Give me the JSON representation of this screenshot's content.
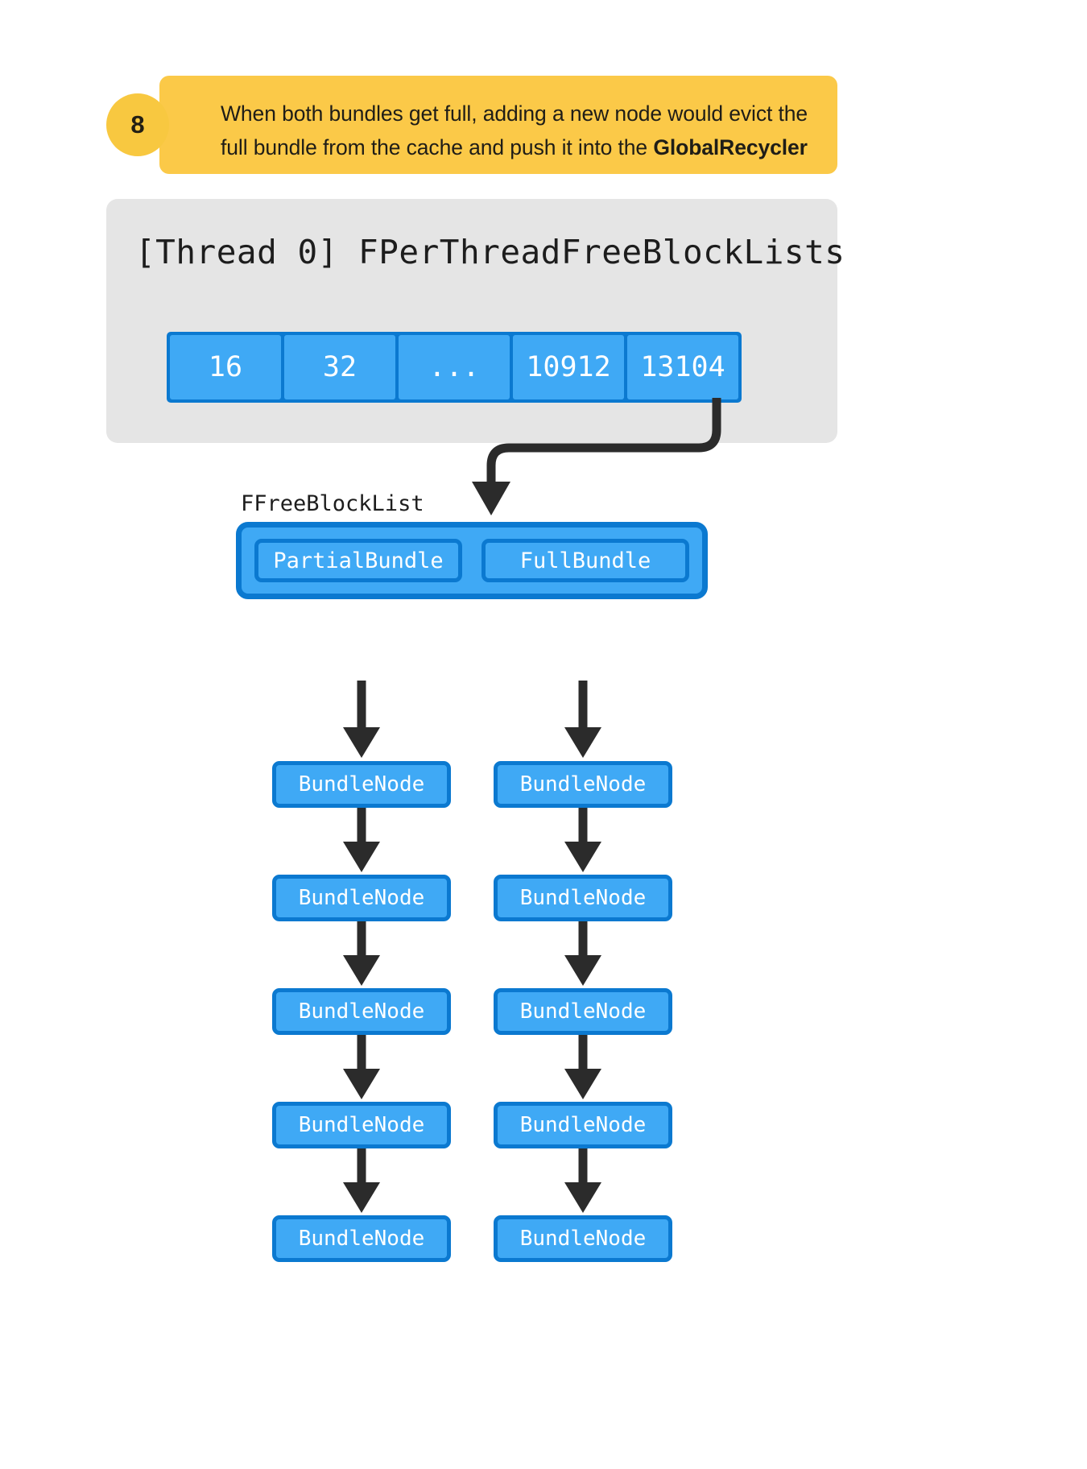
{
  "callout": {
    "badge": "8",
    "text_before": "When both bundles get full, adding a new node would evict the full bundle from the cache and push it into the ",
    "text_bold": "GlobalRecycler",
    "badge_color": "#F8C840",
    "background_color": "#FBC948"
  },
  "thread_panel": {
    "title": "[Thread 0] FPerThreadFreeBlockLists",
    "background_color": "#E5E5E5",
    "cells": [
      "16",
      "32",
      "...",
      "10912",
      "13104"
    ],
    "cell_fill": "#3FA9F5",
    "cell_border": "#0B79D0"
  },
  "free_block_list": {
    "label": "FFreeBlockList",
    "bundles": [
      "PartialBundle",
      "FullBundle"
    ],
    "fill": "#3FA9F5",
    "border": "#0B79D0"
  },
  "columns": [
    {
      "name": "partial-bundle-chain",
      "nodes": [
        "BundleNode",
        "BundleNode",
        "BundleNode",
        "BundleNode",
        "BundleNode"
      ]
    },
    {
      "name": "full-bundle-chain",
      "nodes": [
        "BundleNode",
        "BundleNode",
        "BundleNode",
        "BundleNode",
        "BundleNode"
      ]
    }
  ],
  "arrow_color": "#2b2b2b"
}
